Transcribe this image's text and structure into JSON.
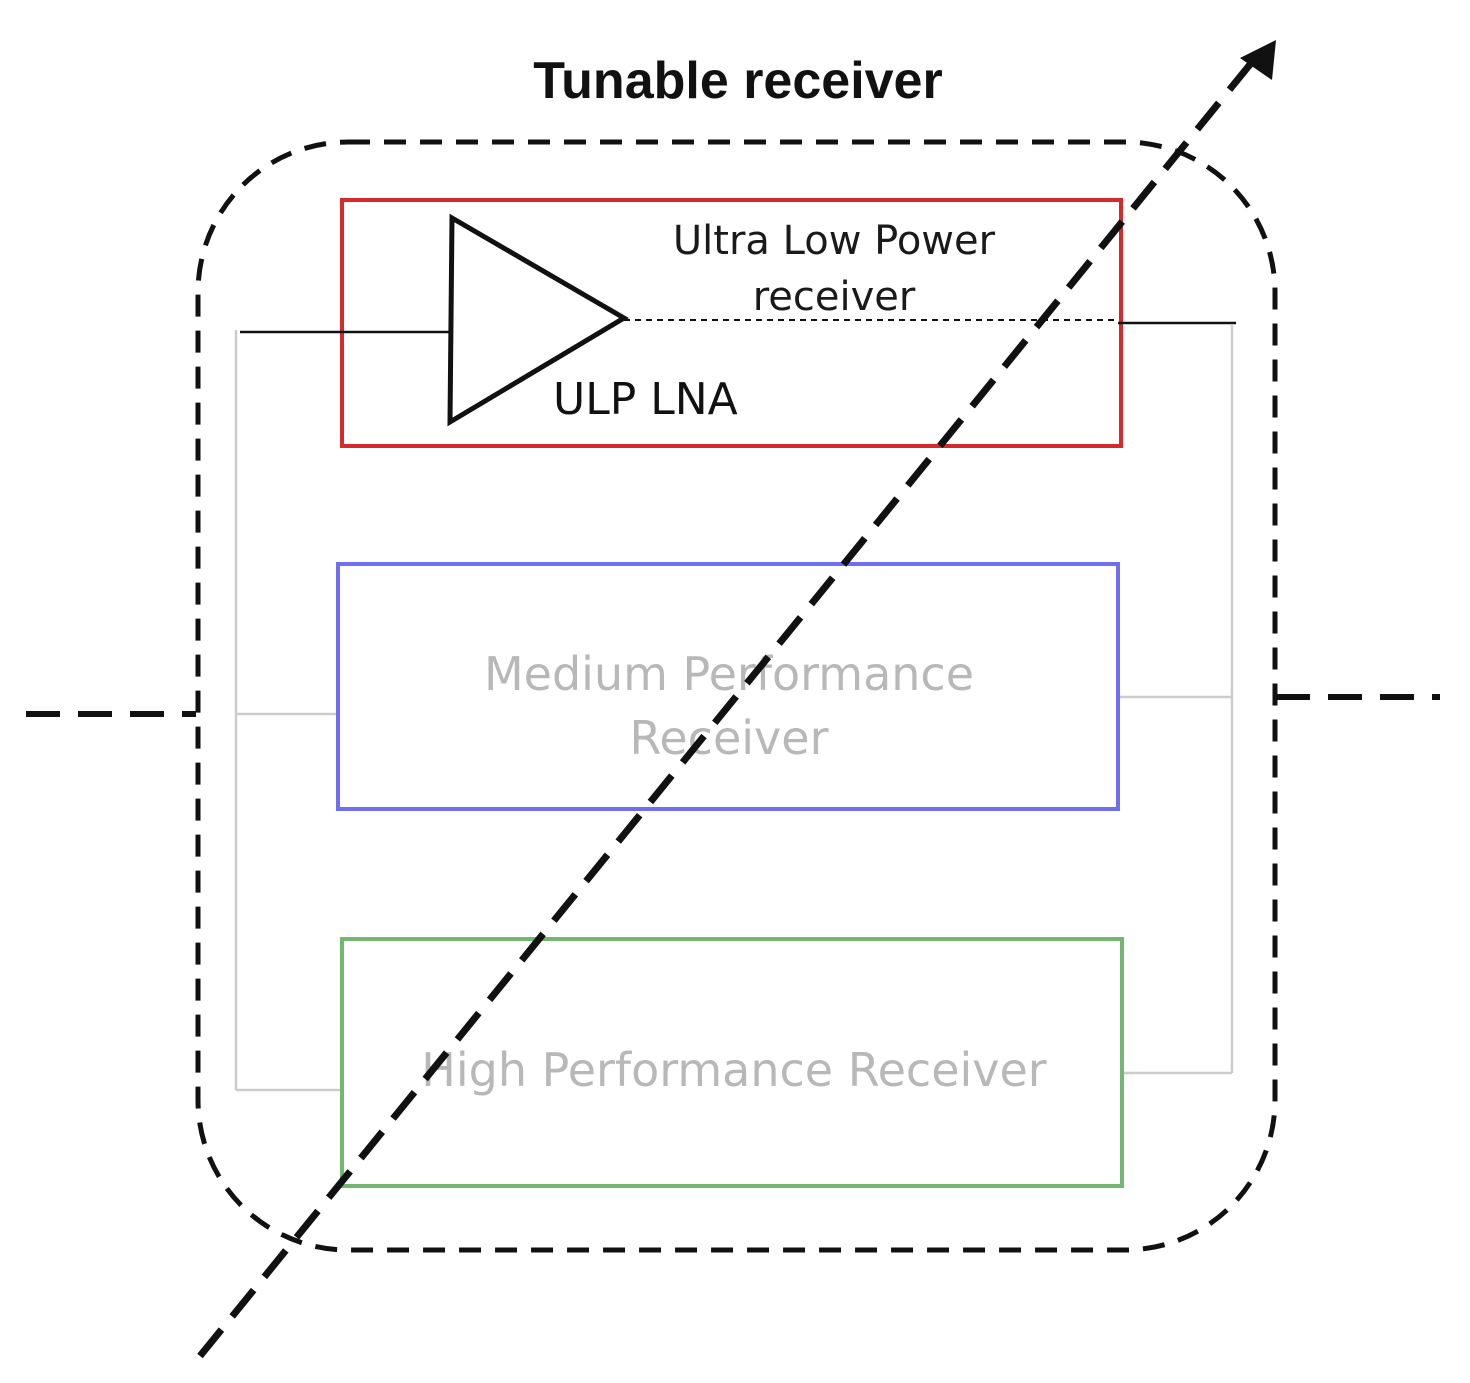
{
  "title": "Tunable receiver",
  "blocks": {
    "ulp": {
      "label_line1": "Ultra Low Power",
      "label_line2": "receiver",
      "amplifier_label": "ULP LNA",
      "border_color": "#d42a2a",
      "active": true
    },
    "medium": {
      "label_line1": "Medium Performance",
      "label_line2": "Receiver",
      "border_color": "#6f6ff2",
      "active": false
    },
    "high": {
      "label": "High Performance Receiver",
      "border_color": "#72b872",
      "active": false
    }
  },
  "colors": {
    "inactive_text": "#b8b8b8",
    "inactive_wire": "#cccccc",
    "active_wire": "#111111",
    "dashed_outline": "#111111"
  },
  "icons": {
    "amplifier": "triangle-amplifier-icon",
    "tuning_arrow": "diagonal-arrow-icon"
  }
}
